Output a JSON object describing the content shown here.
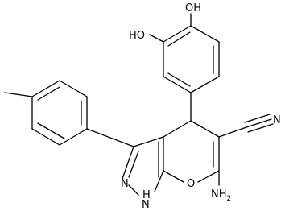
{
  "molecule": {
    "atoms": {
      "oh_top": "OH",
      "oh_left": "HO",
      "nitrile_n": "N",
      "pyrazole_n": "N",
      "pyrazole_nh": "H\nN",
      "ring_o": "O",
      "amino": "NH2"
    },
    "labels": {
      "oh_top_text": "OH",
      "oh_left_text": "HO",
      "nitrile_text": "N",
      "pyrazole_n_text": "N",
      "nh_h_text": "H",
      "nh_n_text": "N",
      "ring_o_text": "O",
      "amino_nh": "NH",
      "amino_sub": "2"
    }
  }
}
